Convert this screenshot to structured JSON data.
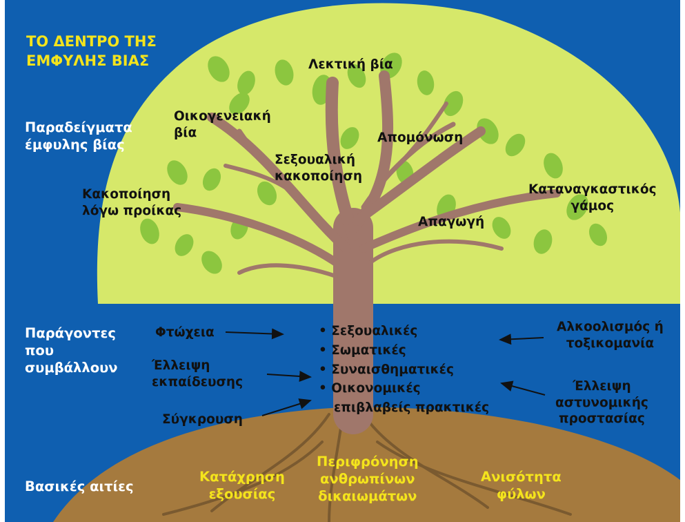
{
  "title": [
    "ΤΟ ΔΕΝΤΡΟ ΤΗΣ",
    "ΕΜΦΥΛΗΣ ΒΙΑΣ"
  ],
  "section_labels": {
    "examples": [
      "Παραδείγματα",
      "έμφυλης βίας"
    ],
    "factors": [
      "Παράγοντες",
      "που",
      "συμβάλλουν"
    ],
    "root_causes": "Βασικές αιτίες"
  },
  "violence_examples": {
    "verbal": "Λεκτική βία",
    "family": [
      "Οικογενειακή",
      "βία"
    ],
    "isolation": "Απομόνωση",
    "sexual_abuse": [
      "Σεξουαλική",
      "κακοποίηση"
    ],
    "dowry_abuse": [
      "Κακοποίηση",
      "λόγω προίκας"
    ],
    "forced_marriage": [
      "Καταναγκαστικός",
      "γάμος"
    ],
    "abduction": "Απαγωγή"
  },
  "factors_left": {
    "poverty": "Φτώχεια",
    "lack_education": [
      "Έλλειψη",
      "εκπαίδευσης"
    ],
    "conflict": "Σύγκρουση"
  },
  "factors_right": {
    "addiction": [
      "Αλκοολισμός ή",
      "τοξικομανία"
    ],
    "lack_police": [
      "Έλλειψη",
      "αστυνομικής",
      "προστασίας"
    ]
  },
  "practices": {
    "items": [
      "Σεξουαλικές",
      "Σωματικές",
      "Συναισθηματικές",
      "Οικονομικές"
    ],
    "suffix": "επιβλαβείς πρακτικές"
  },
  "root_causes": {
    "abuse_power": [
      "Κατάχρηση",
      "εξουσίας"
    ],
    "disregard_rights": [
      "Περιφρόνηση",
      "ανθρωπίνων",
      "δικαιωμάτων"
    ],
    "gender_inequality": [
      "Ανισότητα",
      "φύλων"
    ]
  },
  "colors": {
    "background": "#0f5fb0",
    "canopy": "#d6e86a",
    "leaf": "#8cc63f",
    "trunk": "#a0776b",
    "soil": "#a57a3e",
    "root": "#7a5a30",
    "heading": "#f4e41c"
  }
}
